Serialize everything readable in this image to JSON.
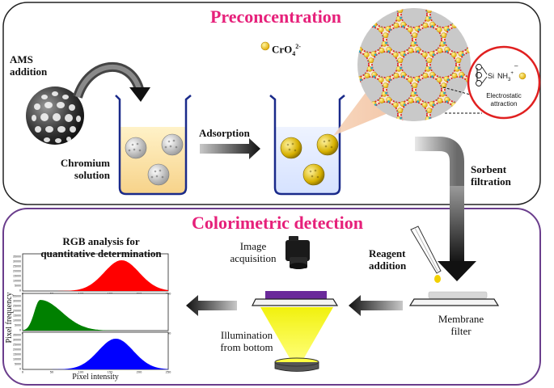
{
  "sections": {
    "top_title": "Preconcentration",
    "bottom_title": "Colorimetric detection"
  },
  "labels": {
    "ams_addition_line1": "AMS",
    "ams_addition_line2": "addition",
    "chromium_line1": "Chromium",
    "chromium_line2": "solution",
    "adsorption": "Adsorption",
    "chromate_prefix": "CrO",
    "chromate_sub": "4",
    "chromate_sup": "2-",
    "sorbent_line1": "Sorbent",
    "sorbent_line2": "filtration",
    "reagent_line1": "Reagent",
    "reagent_line2": "addition",
    "membrane_line1": "Membrane",
    "membrane_line2": "filter",
    "image_acq_line1": "Image",
    "image_acq_line2": "acquisition",
    "illum_line1": "Illumination",
    "illum_line2": "from bottom",
    "rgb_line1": "RGB analysis for",
    "rgb_line2": "quantitative determination",
    "electrostatic_line1": "Electrostatic",
    "electrostatic_line2": "attraction",
    "si_label": "Si",
    "nh3_label": "NH",
    "nh3_sub": "3",
    "nh3_sup": "+"
  },
  "histogram": {
    "ylabel": "Pixel frequency",
    "xlabel": "Pixel intensity",
    "x_ticks": [
      "0",
      "50",
      "100",
      "150",
      "200",
      "250"
    ],
    "panels": [
      {
        "color": "#ff0000",
        "peak": 170,
        "width": 30,
        "y_ticks": [
          "35000",
          "30000",
          "25000",
          "20000",
          "15000",
          "10000",
          "5000",
          "0"
        ]
      },
      {
        "color": "#008000",
        "peak": 30,
        "width": 25,
        "y_ticks": [
          "35000",
          "30000",
          "25000",
          "20000",
          "15000",
          "10000",
          "5000",
          "0"
        ]
      },
      {
        "color": "#0000ff",
        "peak": 160,
        "width": 30,
        "y_ticks": [
          "35000",
          "30000",
          "25000",
          "20000",
          "15000",
          "10000",
          "5000",
          "0"
        ]
      }
    ]
  },
  "colors": {
    "title_pink": "#e6207a",
    "bottom_border": "#6a3d8c",
    "pore_red": "#e02020",
    "chromate_gold": "#f2c200"
  }
}
